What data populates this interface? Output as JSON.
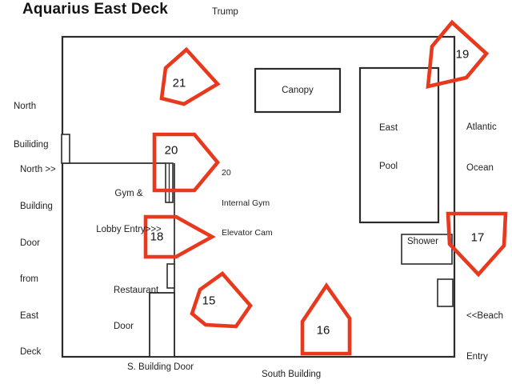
{
  "title": "Aquarius East Deck",
  "colors": {
    "zone_red": "#e8391f",
    "wall": "#2b2b2b"
  },
  "areas": {
    "trump": "Trump",
    "north_building": [
      "North",
      "Builiding"
    ],
    "north_door_note": [
      "North >>",
      "Building",
      "Door",
      "from",
      "East",
      "Deck"
    ],
    "gym_lobby": [
      "Gym &",
      "Lobby Entry>>>"
    ],
    "cam20_note": [
      "20",
      "Internal Gym",
      "Elevator Cam"
    ],
    "canopy": "Canopy",
    "east_pool": [
      "East",
      "Pool"
    ],
    "atlantic_ocean": [
      "Atlantic",
      "Ocean"
    ],
    "shower": "Shower",
    "restaurant_door": [
      "Restaurant",
      "Door"
    ],
    "s_building_door": "S. Building Door",
    "south_building": "South Building",
    "beach_entry": [
      "<<Beach",
      "Entry"
    ]
  },
  "cameras": {
    "c15": "15",
    "c16": "16",
    "c17": "17",
    "c18": "18",
    "c19": "19",
    "c20": "20",
    "c21": "21"
  }
}
